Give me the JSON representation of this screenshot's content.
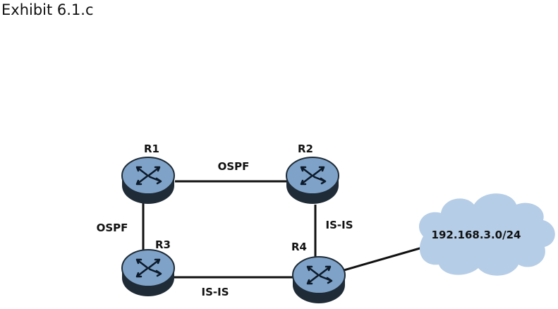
{
  "title": "Exhibit 6.1.c",
  "routers": [
    {
      "name": "R1"
    },
    {
      "name": "R2"
    },
    {
      "name": "R3"
    },
    {
      "name": "R4"
    }
  ],
  "links": [
    {
      "from": "R1",
      "to": "R2",
      "protocol": "OSPF"
    },
    {
      "from": "R1",
      "to": "R3",
      "protocol": "OSPF"
    },
    {
      "from": "R2",
      "to": "R4",
      "protocol": "IS-IS"
    },
    {
      "from": "R3",
      "to": "R4",
      "protocol": "IS-IS"
    }
  ],
  "network": {
    "label": "192.168.3.0/24"
  },
  "colors": {
    "router": "#7fa3c8",
    "router_side": "#2a3a4a",
    "cloud": "#b5cde6"
  }
}
